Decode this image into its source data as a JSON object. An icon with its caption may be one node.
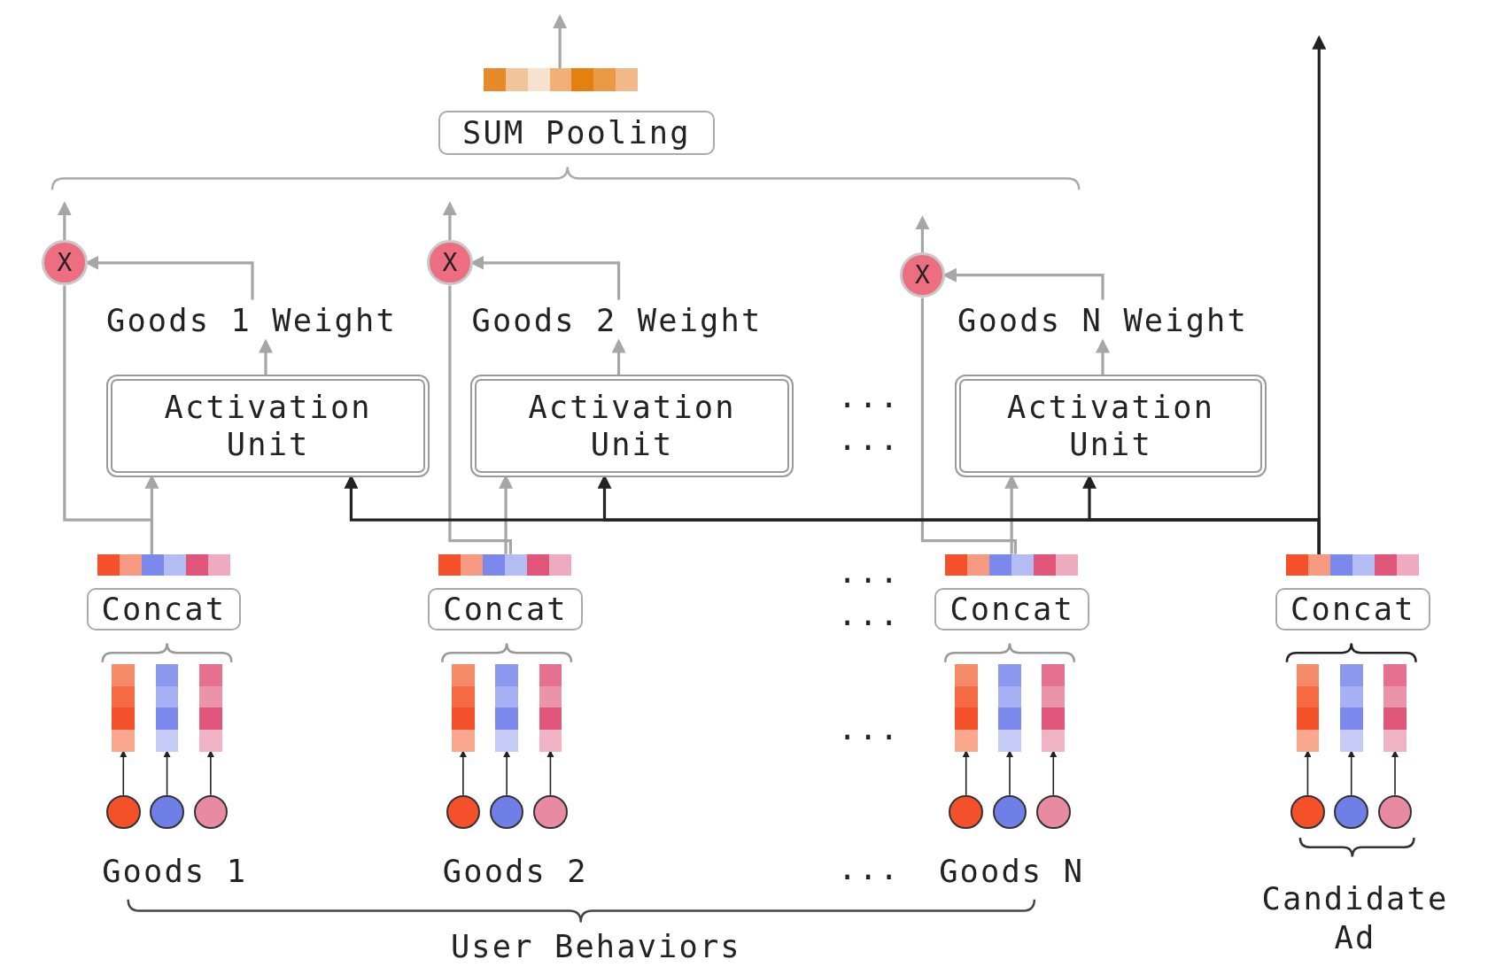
{
  "diagram": {
    "nodes": [
      {
        "text": [],
        "shape": "bar"
      },
      {
        "text": [
          "SUM Pooling"
        ]
      },
      {
        "text": [
          "X"
        ]
      },
      {
        "text": [
          "X"
        ]
      },
      {
        "text": [
          "X"
        ]
      },
      {
        "text": [
          "Goods 1 Weight"
        ]
      },
      {
        "text": [
          "Goods 2 Weight"
        ]
      },
      {
        "text": [
          "Goods N Weight"
        ]
      },
      {
        "text": [
          "Activation Unit"
        ]
      },
      {
        "text": [
          "Activation Unit"
        ]
      },
      {
        "text": [
          "Activation Unit"
        ]
      },
      {
        "text": [],
        "shape": "bar"
      },
      {
        "text": [],
        "shape": "bar"
      },
      {
        "text": [],
        "shape": "bar"
      },
      {
        "text": [],
        "shape": "bar"
      },
      {
        "text": [
          "Concat"
        ]
      },
      {
        "text": [
          "Concat"
        ]
      },
      {
        "text": [
          "Concat"
        ]
      },
      {
        "text": [
          "Concat"
        ]
      },
      {
        "text": [],
        "shape": "bar"
      },
      {
        "text": [],
        "shape": "bar"
      },
      {
        "text": [],
        "shape": "bar"
      },
      {
        "text": [],
        "shape": "bar"
      },
      {
        "text": [],
        "shape": "bar"
      },
      {
        "text": [],
        "shape": "bar"
      },
      {
        "text": [],
        "shape": "bar"
      },
      {
        "text": [],
        "shape": "bar"
      },
      {
        "text": [],
        "shape": "bar"
      },
      {
        "text": [],
        "shape": "bar"
      },
      {
        "text": [],
        "shape": "bar"
      },
      {
        "text": [],
        "shape": "bar"
      },
      {
        "text": [],
        "shape": "circle"
      },
      {
        "text": [],
        "shape": "circle"
      },
      {
        "text": [],
        "shape": "circle"
      },
      {
        "text": [],
        "shape": "circle"
      },
      {
        "text": [],
        "shape": "circle"
      },
      {
        "text": [],
        "shape": "circle"
      },
      {
        "text": [],
        "shape": "circle"
      },
      {
        "text": [],
        "shape": "circle"
      },
      {
        "text": [],
        "shape": "circle"
      },
      {
        "text": [],
        "shape": "circle"
      },
      {
        "text": [],
        "shape": "circle"
      },
      {
        "text": [],
        "shape": "circle"
      }
    ],
    "edges": [
      {
        "from": 0,
        "to": null,
        "arrow": "to"
      },
      {
        "from": 2,
        "to": 1,
        "arrow": "to"
      },
      {
        "from": 3,
        "to": 1,
        "arrow": "to"
      },
      {
        "from": 4,
        "to": 1,
        "arrow": "to"
      },
      {
        "from": 8,
        "to": 5,
        "arrow": "to"
      },
      {
        "from": 9,
        "to": 6,
        "arrow": "to"
      },
      {
        "from": 10,
        "to": 7,
        "arrow": "to"
      },
      {
        "from": 5,
        "to": 2,
        "arrow": "to"
      },
      {
        "from": 6,
        "to": 3,
        "arrow": "to"
      },
      {
        "from": 7,
        "to": 4,
        "arrow": "to"
      },
      {
        "from": 11,
        "to": 8,
        "arrow": "to"
      },
      {
        "from": 12,
        "to": 9,
        "arrow": "to"
      },
      {
        "from": 13,
        "to": 10,
        "arrow": "to"
      },
      {
        "from": 11,
        "to": 2,
        "arrow": "none"
      },
      {
        "from": 12,
        "to": 3,
        "arrow": "none"
      },
      {
        "from": 13,
        "to": 4,
        "arrow": "none"
      },
      {
        "from": 14,
        "to": 8,
        "arrow": "to",
        "color": "#222222"
      },
      {
        "from": 14,
        "to": 9,
        "arrow": "to",
        "color": "#222222"
      },
      {
        "from": 14,
        "to": 10,
        "arrow": "to",
        "color": "#222222"
      },
      {
        "from": 14,
        "to": null,
        "arrow": "to",
        "color": "#222222"
      },
      {
        "from": 31,
        "to": 19,
        "arrow": "to",
        "color": "#222222"
      },
      {
        "from": 32,
        "to": 20,
        "arrow": "to",
        "color": "#222222"
      },
      {
        "from": 33,
        "to": 21,
        "arrow": "to",
        "color": "#222222"
      },
      {
        "from": 34,
        "to": 22,
        "arrow": "to",
        "color": "#222222"
      },
      {
        "from": 35,
        "to": 23,
        "arrow": "to",
        "color": "#222222"
      },
      {
        "from": 36,
        "to": 24,
        "arrow": "to",
        "color": "#222222"
      },
      {
        "from": 37,
        "to": 25,
        "arrow": "to",
        "color": "#222222"
      },
      {
        "from": 38,
        "to": 26,
        "arrow": "to",
        "color": "#222222"
      },
      {
        "from": 39,
        "to": 27,
        "arrow": "to",
        "color": "#222222"
      },
      {
        "from": 40,
        "to": 28,
        "arrow": "to",
        "color": "#222222"
      },
      {
        "from": 41,
        "to": 29,
        "arrow": "to",
        "color": "#222222"
      },
      {
        "from": 42,
        "to": 30,
        "arrow": "to",
        "color": "#222222"
      }
    ],
    "labels": [
      "...",
      "...",
      "...",
      "...",
      "...",
      "Goods 1",
      "Goods 2",
      "...",
      "Goods N",
      "Candidate Ad",
      "User Behaviors"
    ]
  }
}
